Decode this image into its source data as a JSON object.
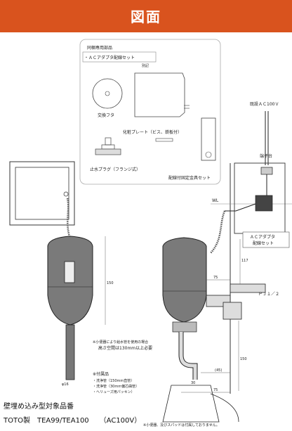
{
  "header": {
    "title": "図面",
    "color": "#d9531e"
  },
  "parts_box": {
    "heading": "同梱専用部品",
    "kit_label": "・ＡＣアダプタ配線セット",
    "kit_sub": "別記",
    "cap_label": "交換フタ",
    "plate_label": "化粧プレート（ビス、鉄板付）",
    "plug_label": "止水プラグ（フランジ式）",
    "bracket_label": "配線付固定金具セット"
  },
  "diagram": {
    "power_label": "既設ＡＣ100Ｖ",
    "terminal_label": "端子台",
    "wl_label": "WL",
    "adapter_label_1": "ＡＣアダプタ",
    "adapter_label_2": "配線セット",
    "dim_117": "117",
    "dim_75_top": "75",
    "dim_150_left": "150",
    "dim_150_right": "150",
    "pipe_label": "ＰＪ１／２",
    "dim_45": "(45)",
    "dim_30": "30",
    "dim_75_bottom": "75",
    "dia_label": "φ16",
    "note_1": "※小便器により給水管を使用の場合",
    "note_2": "高さ空間は130mm以上必要",
    "acc_heading": "※付属品",
    "acc_1": "・洗浄管（150mm直管）",
    "acc_2": "・洗浄管（30mm偏芯曲管）",
    "acc_3": "・ヘリューズ用パッキン）",
    "footer_note": "※小便器、及びスパッドは付属しておりません。"
  },
  "bottom": {
    "line1": "壁埋め込み型対象品番",
    "line2": "TOTO製　TEA99/TEA100　　（AC100V）"
  }
}
